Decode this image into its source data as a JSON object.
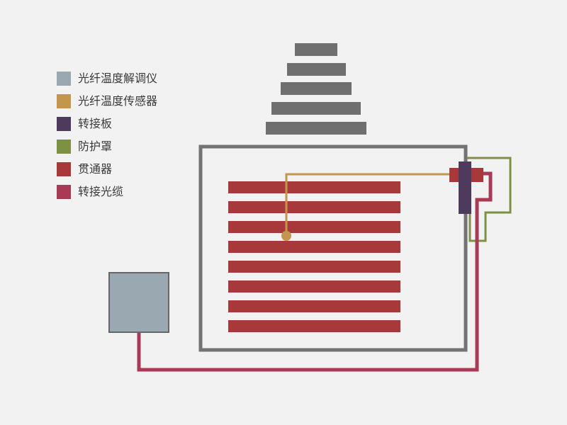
{
  "legend": [
    {
      "label": "光纤温度解调仪",
      "color": "#9aa9b1",
      "icon": "demodulator-swatch"
    },
    {
      "label": "光纤温度传感器",
      "color": "#c4954d",
      "icon": "sensor-swatch"
    },
    {
      "label": "转接板",
      "color": "#4e3a5c",
      "icon": "adapter-board-swatch"
    },
    {
      "label": "防护罩",
      "color": "#7d9143",
      "icon": "protective-cover-swatch"
    },
    {
      "label": "贯通器",
      "color": "#a8393b",
      "icon": "feedthrough-swatch"
    },
    {
      "label": "转接光缆",
      "color": "#a83a55",
      "icon": "transfer-cable-swatch"
    }
  ],
  "colors": {
    "background": "#f2f2f2",
    "housing": "#737373",
    "radiator": "#6f6f6f",
    "winding": "#a8393b",
    "sensor": "#c4954d",
    "adapter": "#4e3a5c",
    "cover": "#7d9143",
    "cable": "#a83a55",
    "demodulator": "#9aa9b1",
    "demodulator_border": "#666666"
  }
}
